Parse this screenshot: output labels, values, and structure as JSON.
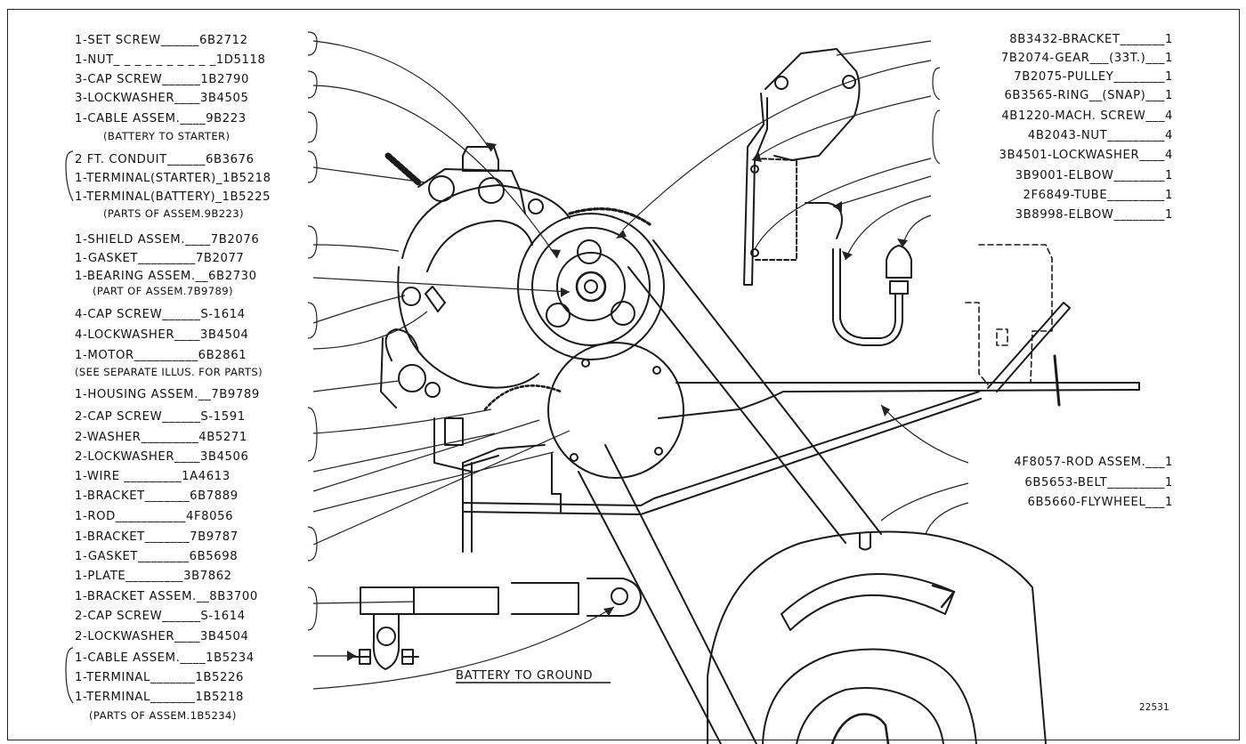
{
  "drawing_number": "22531",
  "caption": "BATTERY TO GROUND",
  "left_callouts": [
    "1-SET SCREW______6B2712",
    "1-NUT_ _ _ _ _ _ _ _ _ _1D5118",
    "3-CAP SCREW______1B2790",
    "3-LOCKWASHER____3B4505",
    "1-CABLE ASSEM.____9B223",
    "(BATTERY TO STARTER)",
    "2 FT. CONDUIT______6B3676",
    "1-TERMINAL(STARTER)_1B5218",
    "1-TERMINAL(BATTERY)_1B5225",
    "(PARTS OF ASSEM.9B223)",
    "1-SHIELD ASSEM.____7B2076",
    "1-GASKET_________7B2077",
    "1-BEARING ASSEM.__6B2730",
    "(PART OF ASSEM.7B9789)",
    "4-CAP SCREW______S-1614",
    "4-LOCKWASHER____3B4504",
    "1-MOTOR__________6B2861",
    "(SEE SEPARATE ILLUS. FOR PARTS)",
    "1-HOUSING ASSEM.__7B9789",
    "2-CAP SCREW______S-1591",
    "2-WASHER_________4B5271",
    "2-LOCKWASHER____3B4506",
    "1-WIRE _________1A4613",
    "1-BRACKET_______6B7889",
    "1-ROD___________4F8056",
    "1-BRACKET_______7B9787",
    "1-GASKET________6B5698",
    "1-PLATE_________3B7862",
    "1-BRACKET ASSEM.__8B3700",
    "2-CAP SCREW______S-1614",
    "2-LOCKWASHER____3B4504",
    "1-CABLE ASSEM.____1B5234",
    "1-TERMINAL_______1B5226",
    "1-TERMINAL_______1B5218",
    "(PARTS OF ASSEM.1B5234)"
  ],
  "right_callouts": [
    "8B3432-BRACKET_______1",
    "7B2074-GEAR___(33T.)___1",
    "7B2075-PULLEY________1",
    "6B3565-RING__(SNAP)___1",
    "4B1220-MACH. SCREW___4",
    "4B2043-NUT_________4",
    "3B4501-LOCKWASHER____4",
    "3B9001-ELBOW________1",
    "2F6849-TUBE_________1",
    "3B8998-ELBOW________1",
    "4F8057-ROD ASSEM.___1",
    "6B5653-BELT_________1",
    "6B5660-FLYWHEEL___1"
  ]
}
